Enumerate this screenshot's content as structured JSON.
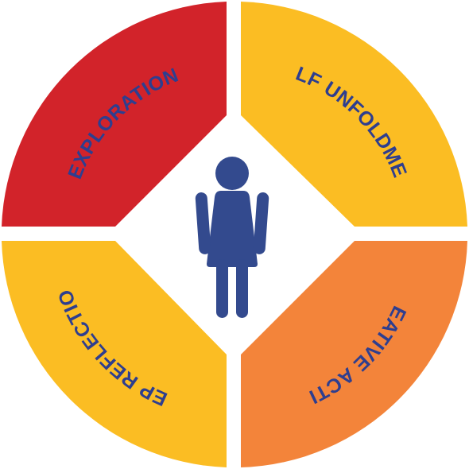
{
  "segments": [
    {
      "id": "exploration",
      "label": "EXPLORATION",
      "color": "#d2232a"
    },
    {
      "id": "self-unfoldment",
      "label": "SELF UNFOLDMENT",
      "color": "#fbbd23"
    },
    {
      "id": "creative-action",
      "label": "CREATIVE ACTION",
      "color": "#f3843a"
    },
    {
      "id": "deep-reflection",
      "label": "DEEP REFLECTION",
      "color": "#fbbd23"
    }
  ],
  "center": {
    "icon": "person-icon",
    "color": "#334a8e"
  },
  "label_color": "#2e3e8f"
}
